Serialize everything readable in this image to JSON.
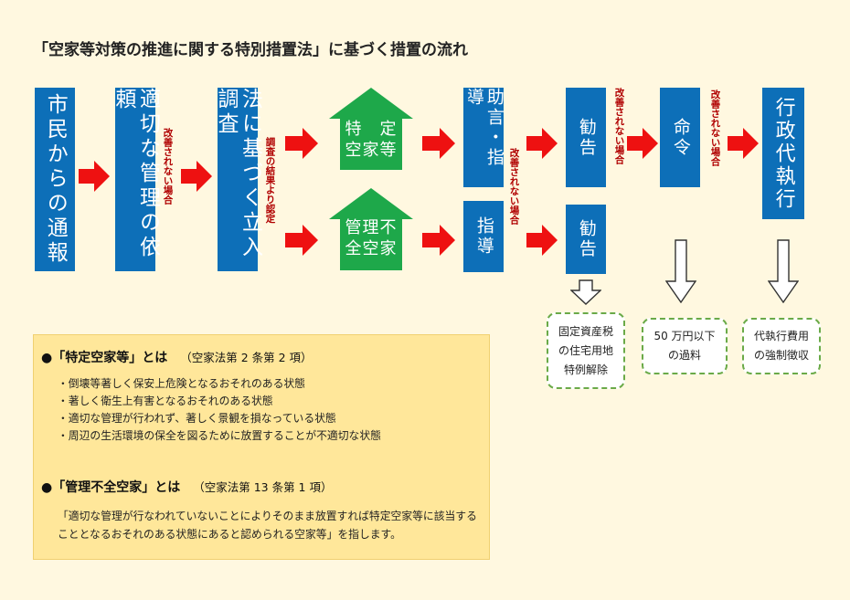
{
  "title": "「空家等対策の推進に関する特別措置法」に基づく措置の流れ",
  "boxes": {
    "citizen": "市民からの通報",
    "proper_mgmt": "適切な管理の依頼",
    "inspection": "法に基づく立入調査",
    "advice_guidance": "助言・指導",
    "guidance": "指導",
    "recommend_top": "勧告",
    "recommend_bottom": "勧告",
    "order": "命令",
    "proxy": "行政代執行"
  },
  "houses": {
    "specific": "特　定\n空家等",
    "mismanaged": "管理不\n全空家"
  },
  "notes": {
    "not_improved_1": "改善されない場合",
    "survey_result": "調査の結果より認定",
    "not_improved_2": "改善されない場合",
    "not_improved_3": "改善されない場合",
    "not_improved_4": "改善されない場合"
  },
  "outcomes": {
    "tax": "固定資産税\nの住宅用地\n特例解除",
    "fine": "50 万円以下\nの過料",
    "cost": "代執行費用\nの強制徴収"
  },
  "info": {
    "specific_heading": "●「特定空家等」とは",
    "specific_ref": "（空家法第 2 条第 2 項）",
    "specific_items": [
      "・倒壊等著しく保安上危険となるおそれのある状態",
      "・著しく衛生上有害となるおそれのある状態",
      "・適切な管理が行われず、著しく景観を損なっている状態",
      "・周辺の生活環境の保全を図るために放置することが不適切な状態"
    ],
    "mismanaged_heading": "●「管理不全空家」とは",
    "mismanaged_ref": "（空家法第 13 条第 1 項）",
    "mismanaged_text": "「適切な管理が行なわれていないことによりそのまま放置すれば特定空家等に該当することとなるおそれのある状態にあると認められる空家等」を指します。"
  },
  "colors": {
    "box_blue": "#0d6fb8",
    "arrow_red": "#ee1111",
    "house_green": "#1ea84a",
    "note_red": "#b00000",
    "background": "#fff8e0",
    "info_bg": "#ffe79a"
  }
}
